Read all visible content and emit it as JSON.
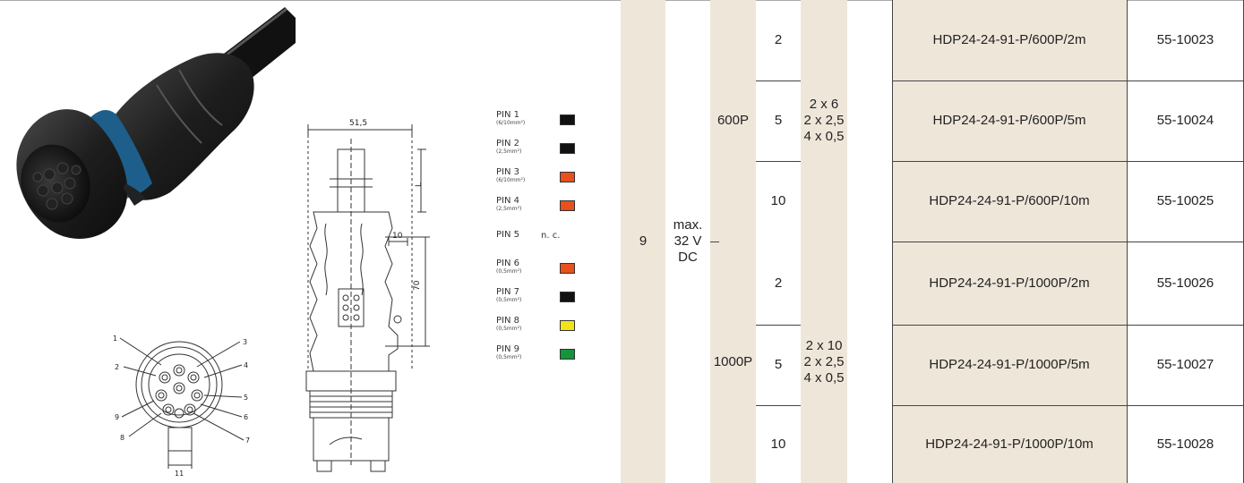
{
  "drawing": {
    "width_label": "51,5",
    "length_label": "L",
    "height_label": "70",
    "offset_label": "10",
    "face_width_label": "11",
    "face_pin_numbers": [
      "1",
      "2",
      "3",
      "4",
      "5",
      "6",
      "7",
      "8",
      "9"
    ]
  },
  "pins": [
    {
      "name": "PIN 1",
      "sub": "(6/10mm²)",
      "color": "#111111"
    },
    {
      "name": "PIN 2",
      "sub": "(2,5mm²)",
      "color": "#111111"
    },
    {
      "name": "PIN 3",
      "sub": "(6/10mm²)",
      "color": "#e8501c"
    },
    {
      "name": "PIN 4",
      "sub": "(2,5mm²)",
      "color": "#e8501c"
    },
    {
      "name": "PIN 5",
      "sub": "",
      "nc": "n. c."
    },
    {
      "name": "PIN 6",
      "sub": "(0,5mm²)",
      "color": "#e8501c"
    },
    {
      "name": "PIN 7",
      "sub": "(0,5mm²)",
      "color": "#111111"
    },
    {
      "name": "PIN 8",
      "sub": "(0,5mm²)",
      "color": "#f2e21a"
    },
    {
      "name": "PIN 9",
      "sub": "(0,5mm²)",
      "color": "#14953a"
    }
  ],
  "table": {
    "poles": "9",
    "voltage": [
      "max.",
      "32 V",
      "DC"
    ],
    "groups": [
      {
        "type": "600P",
        "cross_section": [
          "2 x 6",
          "2 x 2,5",
          "4 x 0,5"
        ]
      },
      {
        "type": "1000P",
        "cross_section": [
          "2 x 10",
          "2 x 2,5",
          "4 x 0,5"
        ]
      }
    ],
    "rows": [
      {
        "length": "2",
        "name": "HDP24-24-91-P/600P/2m",
        "code": "55-10023"
      },
      {
        "length": "5",
        "name": "HDP24-24-91-P/600P/5m",
        "code": "55-10024"
      },
      {
        "length": "10",
        "name": "HDP24-24-91-P/600P/10m",
        "code": "55-10025"
      },
      {
        "length": "2",
        "name": "HDP24-24-91-P/1000P/2m",
        "code": "55-10026"
      },
      {
        "length": "5",
        "name": "HDP24-24-91-P/1000P/5m",
        "code": "55-10027"
      },
      {
        "length": "10",
        "name": "HDP24-24-91-P/1000P/10m",
        "code": "55-10028"
      }
    ]
  }
}
